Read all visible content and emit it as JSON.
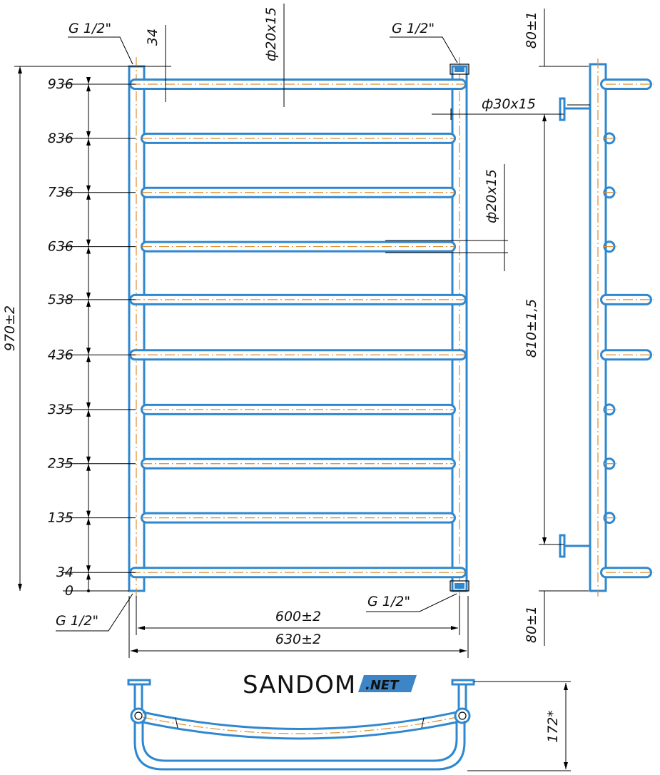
{
  "front_view": {
    "rung_labels": [
      "936",
      "836",
      "736",
      "636",
      "538",
      "436",
      "335",
      "235",
      "135",
      "34",
      "0"
    ],
    "rung_values": [
      936,
      836,
      736,
      636,
      538,
      436,
      335,
      235,
      135,
      34,
      0
    ],
    "rung_long": [
      true,
      false,
      false,
      false,
      true,
      true,
      false,
      false,
      false,
      true
    ],
    "thread_top_left": "G 1/2\"",
    "thread_top_right": "G 1/2\"",
    "thread_bottom_left": "G 1/2\"",
    "thread_bottom_right": "G 1/2\"",
    "offset_top": "34",
    "pipe_top": "ф20х15",
    "pipe_mid": "ф20х15",
    "pipe_vertical": "ф30х15",
    "height_total": "970±2",
    "width_axis": "600±2",
    "width_total": "630±2"
  },
  "side_view": {
    "offset_top": "80±1",
    "offset_bottom": "80±1",
    "axis_distance": "810±1,5"
  },
  "top_view": {
    "depth": "172*"
  },
  "watermark": {
    "brand": "SANDOM",
    "suffix": ".NET",
    "brand_color": "#4a90c8",
    "badge_color": "#3c86c8"
  },
  "colors": {
    "pipe": "#2f88cf",
    "axis": "#e08a2c",
    "dimension": "#000000"
  }
}
